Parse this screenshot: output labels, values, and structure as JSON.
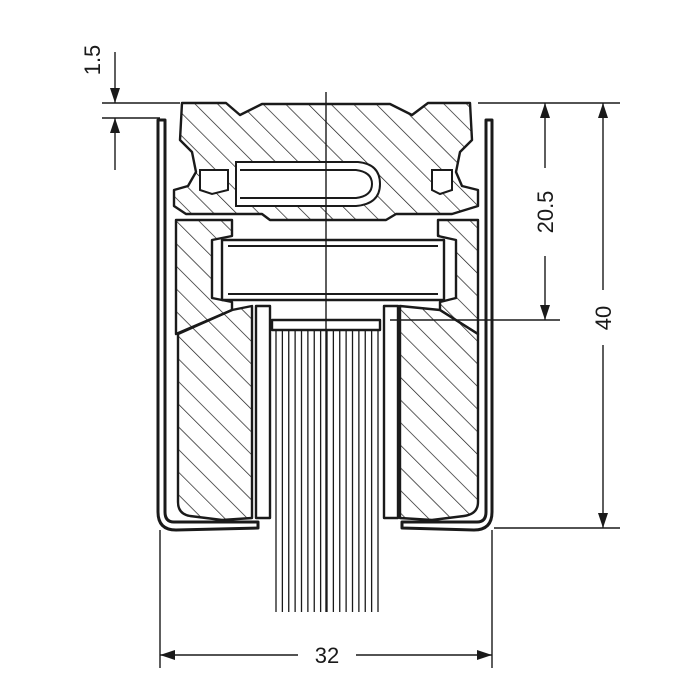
{
  "dimensions": {
    "top_thickness": "1.5",
    "upper_height": "20.5",
    "total_height": "40",
    "total_width": "32"
  },
  "colors": {
    "line": "#1a1a1a",
    "background": "#ffffff"
  }
}
